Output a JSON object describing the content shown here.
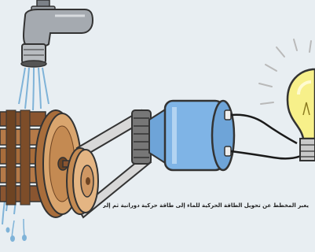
{
  "figure": {
    "caption": "يعبر المخطط عن تحويل الطاقة الحركية للماء إلى طاقة حركية دورانية ثم إلى طاقة كهربائية في المولد",
    "colors": {
      "background": "#e8eef2",
      "tap": "#9ea3a8",
      "water": "#7fb3d8",
      "wood": "#b57a48",
      "wood_dark": "#6e4423",
      "generator": "#7fb4e6",
      "bulb_glass": "#f7f08a",
      "glow": "#b9b9b9"
    },
    "components": {
      "tap": "tap-icon",
      "water_wheel": "water-wheel",
      "belt": "drive-belt",
      "generator": "generator",
      "wires": "wires",
      "bulb": "light-bulb-icon"
    }
  }
}
